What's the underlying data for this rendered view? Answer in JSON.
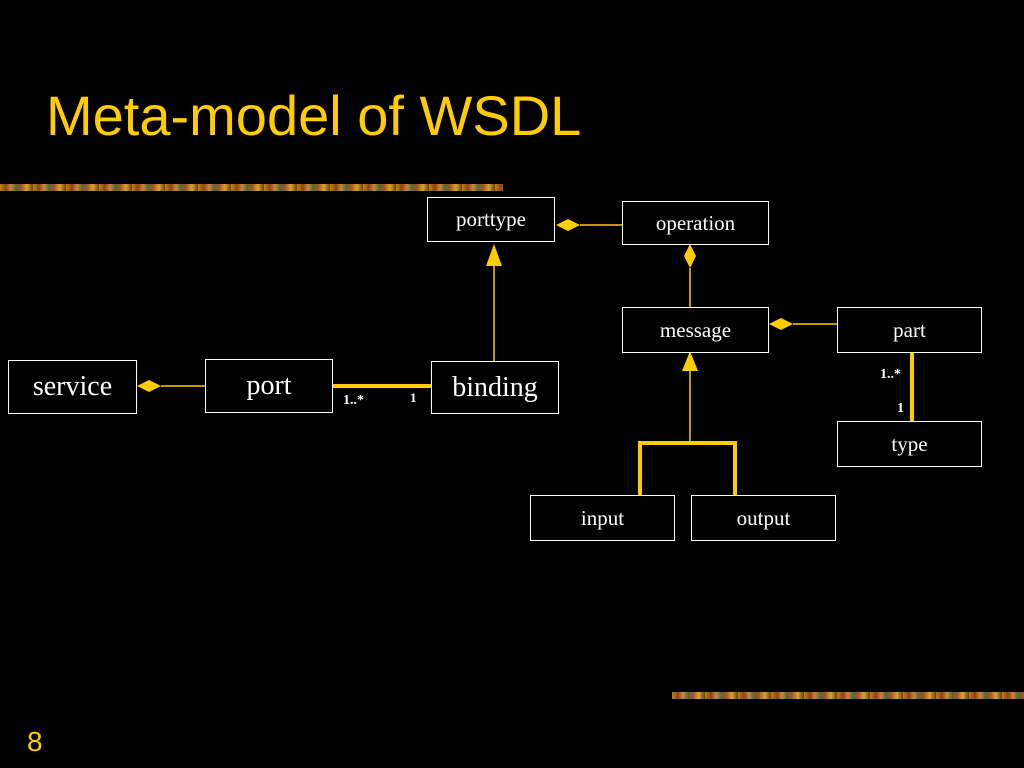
{
  "slide": {
    "title": "Meta-model of WSDL",
    "number": "8"
  },
  "colors": {
    "background": "#000000",
    "accent": "#FFCC00",
    "box_border": "#FFFFFF",
    "text": "#FFFFFF"
  },
  "diagram": {
    "nodes": {
      "porttype": "porttype",
      "operation": "operation",
      "message": "message",
      "part": "part",
      "type": "type",
      "service": "service",
      "port": "port",
      "binding": "binding",
      "input": "input",
      "output": "output"
    },
    "multiplicities": {
      "port_binding_port_end": "1..*",
      "port_binding_binding_end": "1",
      "part_type_part_end": "1..*",
      "part_type_type_end": "1"
    },
    "relations": [
      {
        "kind": "aggregation",
        "whole": "porttype",
        "part": "operation"
      },
      {
        "kind": "aggregation",
        "whole": "operation",
        "part": "message"
      },
      {
        "kind": "aggregation",
        "whole": "message",
        "part": "part"
      },
      {
        "kind": "aggregation",
        "whole": "service",
        "part": "port"
      },
      {
        "kind": "generalization",
        "parent": "porttype",
        "child": "binding"
      },
      {
        "kind": "generalization",
        "parent": "message",
        "child": "input"
      },
      {
        "kind": "generalization",
        "parent": "message",
        "child": "output"
      },
      {
        "kind": "association",
        "from": "port",
        "to": "binding"
      },
      {
        "kind": "association",
        "from": "part",
        "to": "type"
      }
    ]
  }
}
